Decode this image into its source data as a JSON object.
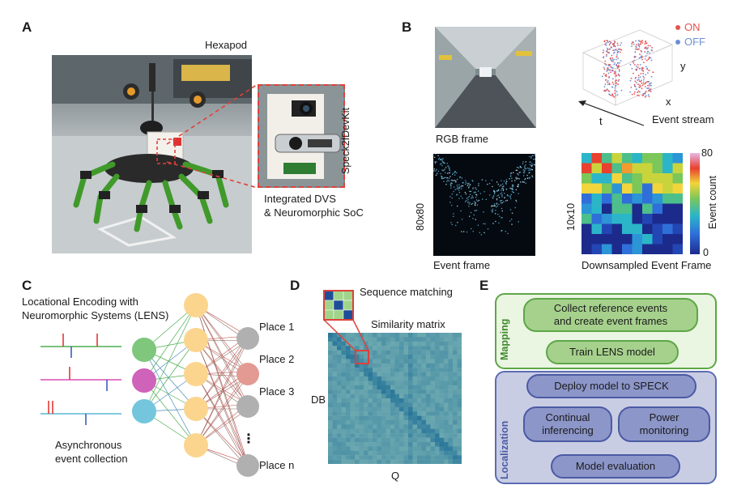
{
  "panels": {
    "A": {
      "label": "A",
      "title": "Hexapod",
      "kit_label": "Speck2fDevKit",
      "caption_line1": "Integrated DVS",
      "caption_line2": "& Neuromorphic SoC"
    },
    "B": {
      "label": "B",
      "rgb_caption": "RGB frame",
      "event_frame_caption": "Event frame",
      "event_frame_side": "80x80",
      "legend_on": "ON",
      "legend_off": "OFF",
      "axis_x": "x",
      "axis_y": "y",
      "axis_t": "t",
      "stream_caption": "Event stream",
      "down_side": "10x10",
      "down_caption": "Downsampled Event Frame",
      "colorbar_label": "Event count",
      "colorbar_max": "80",
      "colorbar_min": "0"
    },
    "C": {
      "label": "C",
      "title_line1": "Locational Encoding with",
      "title_line2": "Neuromorphic Systems (LENS)",
      "caption_line1": "Asynchronous",
      "caption_line2": "event collection",
      "places": [
        "Place 1",
        "Place 2",
        "Place 3",
        "Place n"
      ],
      "ellipsis": "⋮"
    },
    "D": {
      "label": "D",
      "seq_label": "Sequence matching",
      "matrix_label": "Similarity matrix",
      "y_label": "DB",
      "x_label": "Q"
    },
    "E": {
      "label": "E",
      "mapping_title": "Mapping",
      "localization_title": "Localization",
      "box_collect_line1": "Collect reference events",
      "box_collect_line2": "and create event frames",
      "box_train": "Train LENS model",
      "box_deploy": "Deploy model to SPECK",
      "box_infer_line1": "Continual",
      "box_infer_line2": "inferencing",
      "box_power_line1": "Power",
      "box_power_line2": "monitoring",
      "box_eval": "Model evaluation"
    }
  },
  "colors": {
    "on_event": "#e8524f",
    "off_event": "#6d8fd6",
    "mapping_border": "#5da646",
    "localization_border": "#5b6db1",
    "callout_red": "#e0403a"
  }
}
